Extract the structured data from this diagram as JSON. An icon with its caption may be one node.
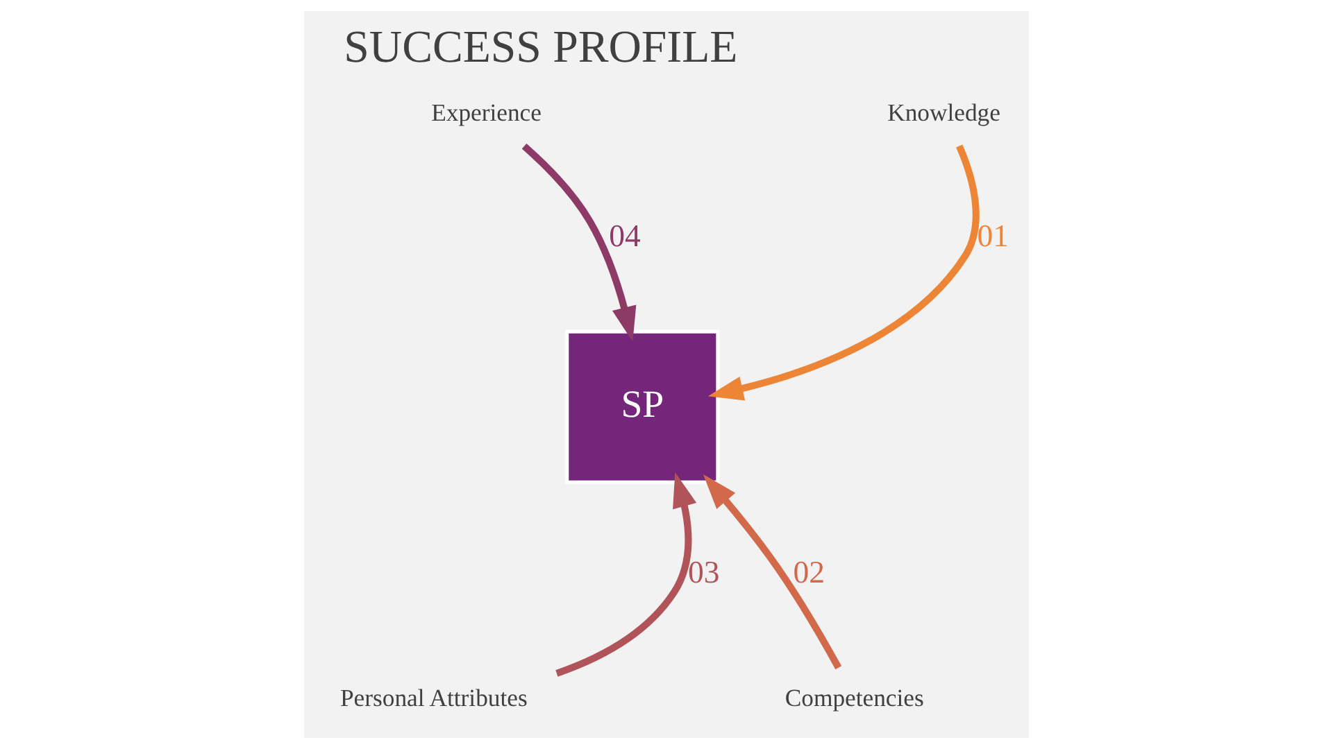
{
  "diagram": {
    "title": "SUCCESS PROFILE",
    "nodes": [
      {
        "text": [
          "Experience"
        ]
      },
      {
        "text": [
          "Knowledge"
        ]
      },
      {
        "text": [
          "SP"
        ]
      },
      {
        "text": [
          "Personal Attributes"
        ]
      },
      {
        "text": [
          "Competencies"
        ]
      }
    ],
    "edges": [
      {
        "from": 1,
        "to": 2,
        "arrow": "to",
        "label": "01",
        "color": "#ed8537"
      },
      {
        "from": 4,
        "to": 2,
        "arrow": "to",
        "label": "02",
        "color": "#d2694a"
      },
      {
        "from": 3,
        "to": 2,
        "arrow": "to",
        "label": "03",
        "color": "#b0545a"
      },
      {
        "from": 0,
        "to": 2,
        "arrow": "to",
        "label": "04",
        "color": "#8e3a66"
      }
    ]
  }
}
